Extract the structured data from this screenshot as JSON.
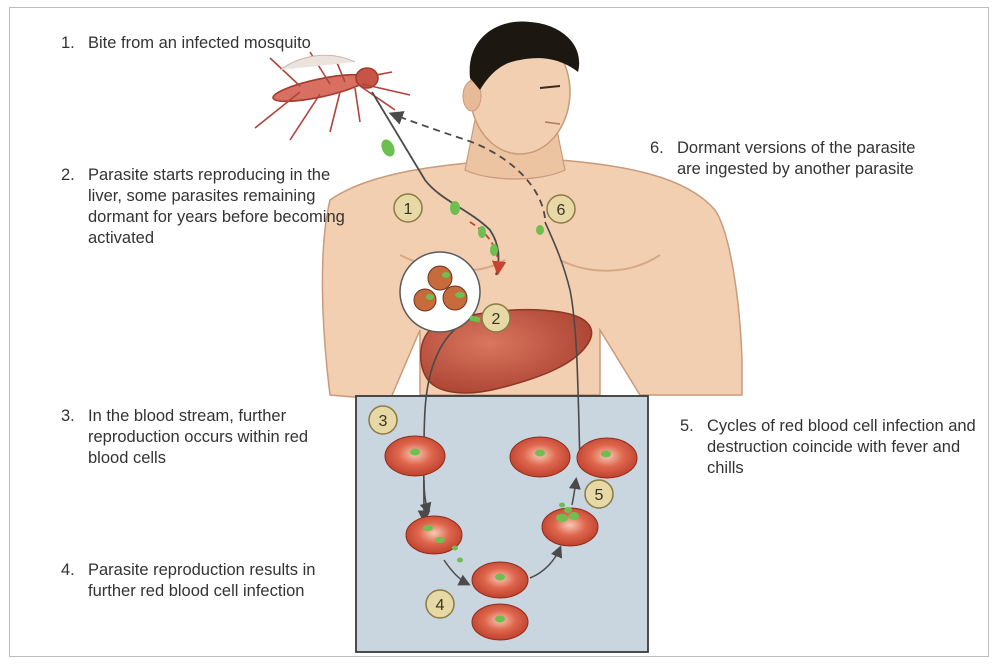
{
  "colors": {
    "skin": "#f2cfb0",
    "skin_shadow": "#e0b08c",
    "hair": "#1d1712",
    "liver": "#c45a45",
    "blood_panel": "#c9d6df",
    "rbc": "#d9503a",
    "parasite": "#6dbf4f",
    "badge": "#e6d9a6",
    "arrow_dark": "#4a4a4a"
  },
  "steps": [
    {
      "num": "1.",
      "text": "Bite from an infected mosquito"
    },
    {
      "num": "2.",
      "text": "Parasite starts reproducing in the liver, some parasites remaining dormant for years before becoming activated"
    },
    {
      "num": "3.",
      "text": "In the blood stream, further reproduction occurs within red blood cells"
    },
    {
      "num": "4.",
      "text": "Parasite reproduction results in further red blood cell infection"
    },
    {
      "num": "5.",
      "text": "Cycles of red blood cell infection and destruction coincide with fever and chills"
    },
    {
      "num": "6.",
      "text": "Dormant versions of the parasite are ingested by another parasite"
    }
  ],
  "badges": [
    "1",
    "2",
    "3",
    "4",
    "5",
    "6"
  ]
}
